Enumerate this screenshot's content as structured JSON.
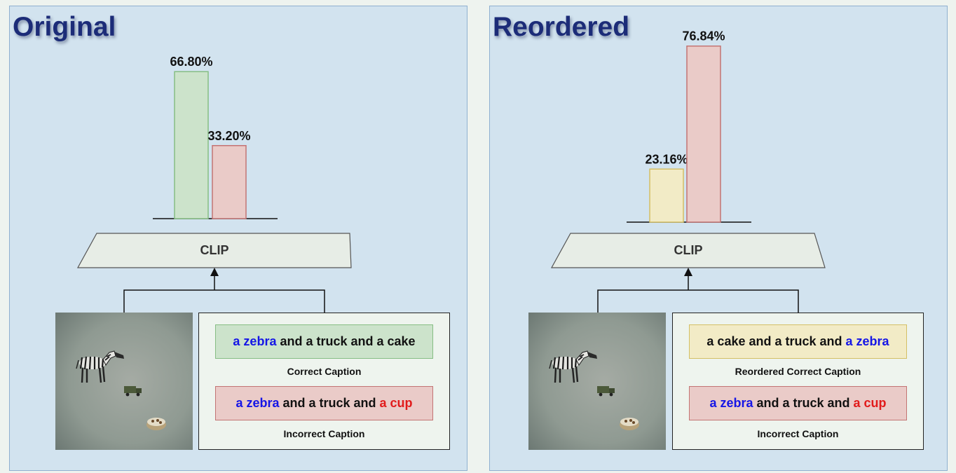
{
  "colors": {
    "correct_fill": "#cce3cb",
    "correct_border": "#86be84",
    "incorrect_fill": "#eacbc8",
    "incorrect_border": "#c37474",
    "reordered_fill": "#f2ebc6",
    "reordered_border": "#d4bf65",
    "object_highlight": "#1515e6",
    "wrong_object_highlight": "#e11b1b",
    "title": "#1c2c78"
  },
  "panels": [
    {
      "title": "Original",
      "model_label": "CLIP",
      "image_icon": "zebra-truck-cake-scene",
      "chart_data": {
        "type": "bar",
        "categories": [
          "Correct Caption",
          "Incorrect Caption"
        ],
        "values": [
          66.8,
          33.2
        ],
        "value_labels": [
          "66.80%",
          "33.20%"
        ],
        "ylim": [
          0,
          100
        ]
      },
      "captions": [
        {
          "parts": [
            {
              "text": "a zebra",
              "style": "blue"
            },
            {
              "text": " and a truck and a cake",
              "style": "plain"
            }
          ],
          "label": "Correct Caption"
        },
        {
          "parts": [
            {
              "text": "a zebra",
              "style": "blue"
            },
            {
              "text": " and a truck and ",
              "style": "plain"
            },
            {
              "text": "a cup",
              "style": "red"
            }
          ],
          "label": "Incorrect Caption"
        }
      ]
    },
    {
      "title": "Reordered",
      "model_label": "CLIP",
      "image_icon": "zebra-truck-cake-scene",
      "chart_data": {
        "type": "bar",
        "categories": [
          "Reordered Correct Caption",
          "Incorrect Caption"
        ],
        "values": [
          23.16,
          76.84
        ],
        "value_labels": [
          "23.16%",
          "76.84%"
        ],
        "ylim": [
          0,
          100
        ]
      },
      "captions": [
        {
          "parts": [
            {
              "text": "a cake and a truck and ",
              "style": "plain"
            },
            {
              "text": "a zebra",
              "style": "blue"
            }
          ],
          "label": "Reordered Correct Caption"
        },
        {
          "parts": [
            {
              "text": "a zebra",
              "style": "blue"
            },
            {
              "text": " and a truck and ",
              "style": "plain"
            },
            {
              "text": "a cup",
              "style": "red"
            }
          ],
          "label": "Incorrect Caption"
        }
      ]
    }
  ]
}
